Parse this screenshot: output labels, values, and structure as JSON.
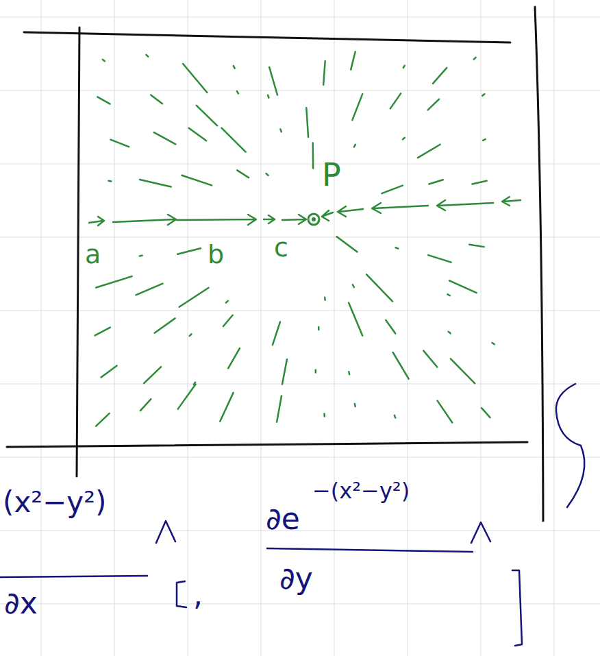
{
  "diagram": {
    "labels": [
      "a",
      "b",
      "c",
      "P",
      "(x²−y²)",
      "∂x",
      ",",
      "∂e",
      "−(x²−y²)",
      "∂y"
    ]
  }
}
